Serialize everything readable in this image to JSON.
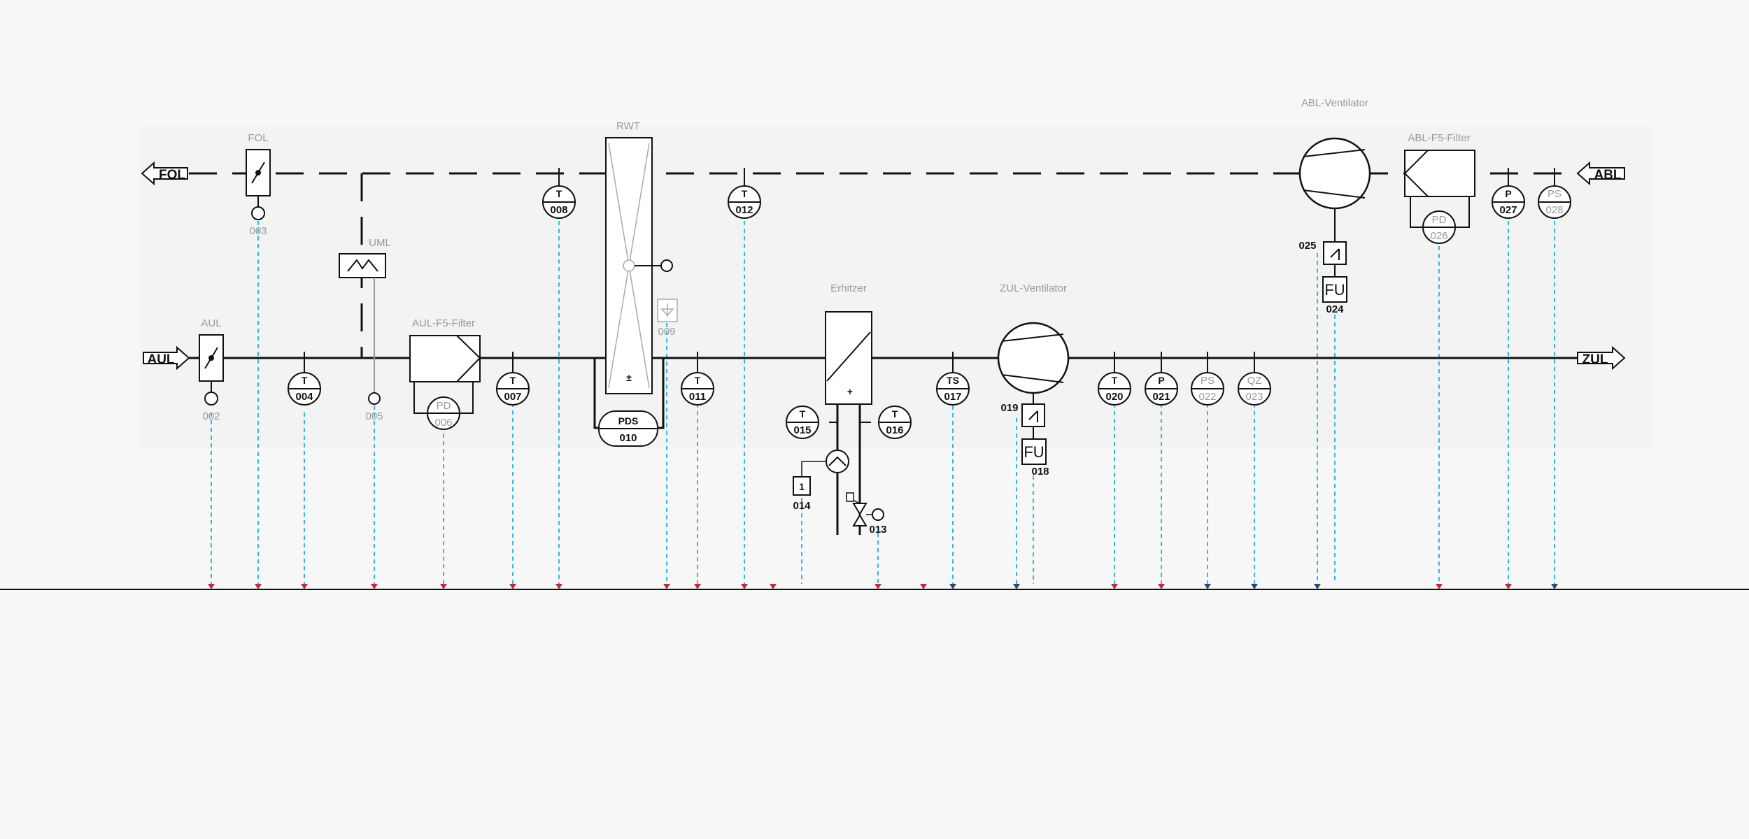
{
  "colors": {
    "line": "#111111",
    "signal": "#38b8e8",
    "marker_red": "#c8283c",
    "marker_blue": "#2b4a7a",
    "label": "#999999"
  },
  "flows": {
    "fol": "FOL",
    "aul": "AUL",
    "abl": "ABL",
    "zul": "ZUL"
  },
  "labels": {
    "fol_damper": "FOL",
    "aul_damper": "AUL",
    "uml": "UML",
    "aul_filter": "AUL-F5-Filter",
    "kvs": "RWT",
    "heater": "Erhitzer",
    "zul_fan": "ZUL-Ventilator",
    "abl_fan": "ABL-Ventilator",
    "abl_filter": "ABL-F5-Filter"
  },
  "ids": {
    "d002": "002",
    "d003": "003",
    "d005": "005",
    "d009": "009",
    "d013": "013",
    "d014": "014",
    "d018": "018",
    "d019": "019",
    "d024": "024",
    "d025": "025",
    "vdt": "010"
  },
  "sensors": {
    "s004": {
      "type": "T",
      "id": "004"
    },
    "s006": {
      "type": "PD",
      "id": "006"
    },
    "s007": {
      "type": "T",
      "id": "007"
    },
    "s008": {
      "type": "T",
      "id": "008"
    },
    "s011": {
      "type": "T",
      "id": "011"
    },
    "s012": {
      "type": "T",
      "id": "012"
    },
    "s015": {
      "type": "T",
      "id": "015"
    },
    "s016": {
      "type": "T",
      "id": "016"
    },
    "s017": {
      "type": "TS",
      "id": "017"
    },
    "s020": {
      "type": "T",
      "id": "020"
    },
    "s021": {
      "type": "P",
      "id": "021"
    },
    "s022": {
      "type": "PS",
      "id": "022"
    },
    "s023": {
      "type": "QZ",
      "id": "023"
    },
    "s026": {
      "type": "PD",
      "id": "026"
    },
    "s027": {
      "type": "P",
      "id": "027"
    },
    "s028": {
      "type": "PS",
      "id": "028"
    }
  },
  "symbols": {
    "pds": "PDS",
    "fu": "FU",
    "pump_ctrl": "1",
    "plusminus": "±",
    "plus": "+"
  }
}
